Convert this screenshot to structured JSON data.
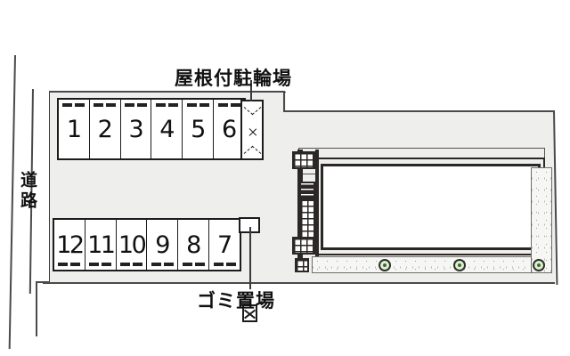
{
  "plan": {
    "title": "屋根付駐輪場",
    "labels": {
      "bicycle_parking": "屋根付駐輪場",
      "garbage_area": "ゴミ置場",
      "road": "道路"
    },
    "colors": {
      "lot_fill": "#eeeeec",
      "outline": "#1c1c1c",
      "building_outline": "#2b2725",
      "gravel": "#f6f6f4",
      "tree_green": "#dff0d2",
      "tree_center": "#3c6b2f",
      "background": "#ffffff"
    },
    "parking": {
      "top_row": [
        {
          "number": "1"
        },
        {
          "number": "2"
        },
        {
          "number": "3"
        },
        {
          "number": "4"
        },
        {
          "number": "5"
        },
        {
          "number": "6"
        }
      ],
      "bottom_row": [
        {
          "number": "12"
        },
        {
          "number": "11"
        },
        {
          "number": "10"
        },
        {
          "number": "9"
        },
        {
          "number": "8"
        },
        {
          "number": "7"
        }
      ],
      "total_stalls": 12
    },
    "features": {
      "trees_count": 3,
      "staircase": "exterior-stair",
      "bike_shelter": "roofed",
      "building": "apartment-block"
    }
  }
}
